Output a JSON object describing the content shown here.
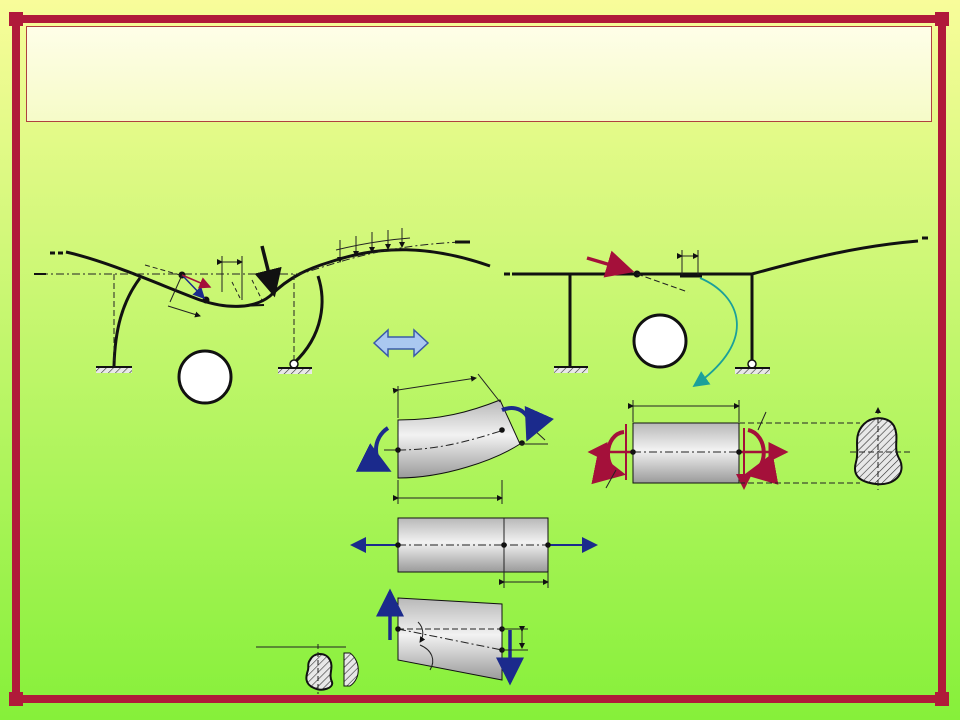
{
  "slide": {
    "colors": {
      "frame": "#b01a3a",
      "background_top": "#f8fc9a",
      "background_bottom": "#86f03a",
      "banner": "#fdfde0",
      "structure": "#111111",
      "section_fill": "#d8d8d8",
      "force_red": "#a4103a",
      "moment_blue": "#1b2a8c",
      "teal_arrow": "#1aa09a",
      "double_arrow_fill": "#aac8f0",
      "double_arrow_stroke": "#3a5aa8"
    },
    "icons": [
      "left-curved-frame-diagram",
      "right-straight-frame-diagram",
      "equivalence-double-arrow-icon",
      "bending-segment-diagram",
      "axial-segment-diagram",
      "shear-segment-diagram",
      "torsion-segment-diagram",
      "cross-section-icon",
      "shear-stress-section-icon"
    ]
  }
}
